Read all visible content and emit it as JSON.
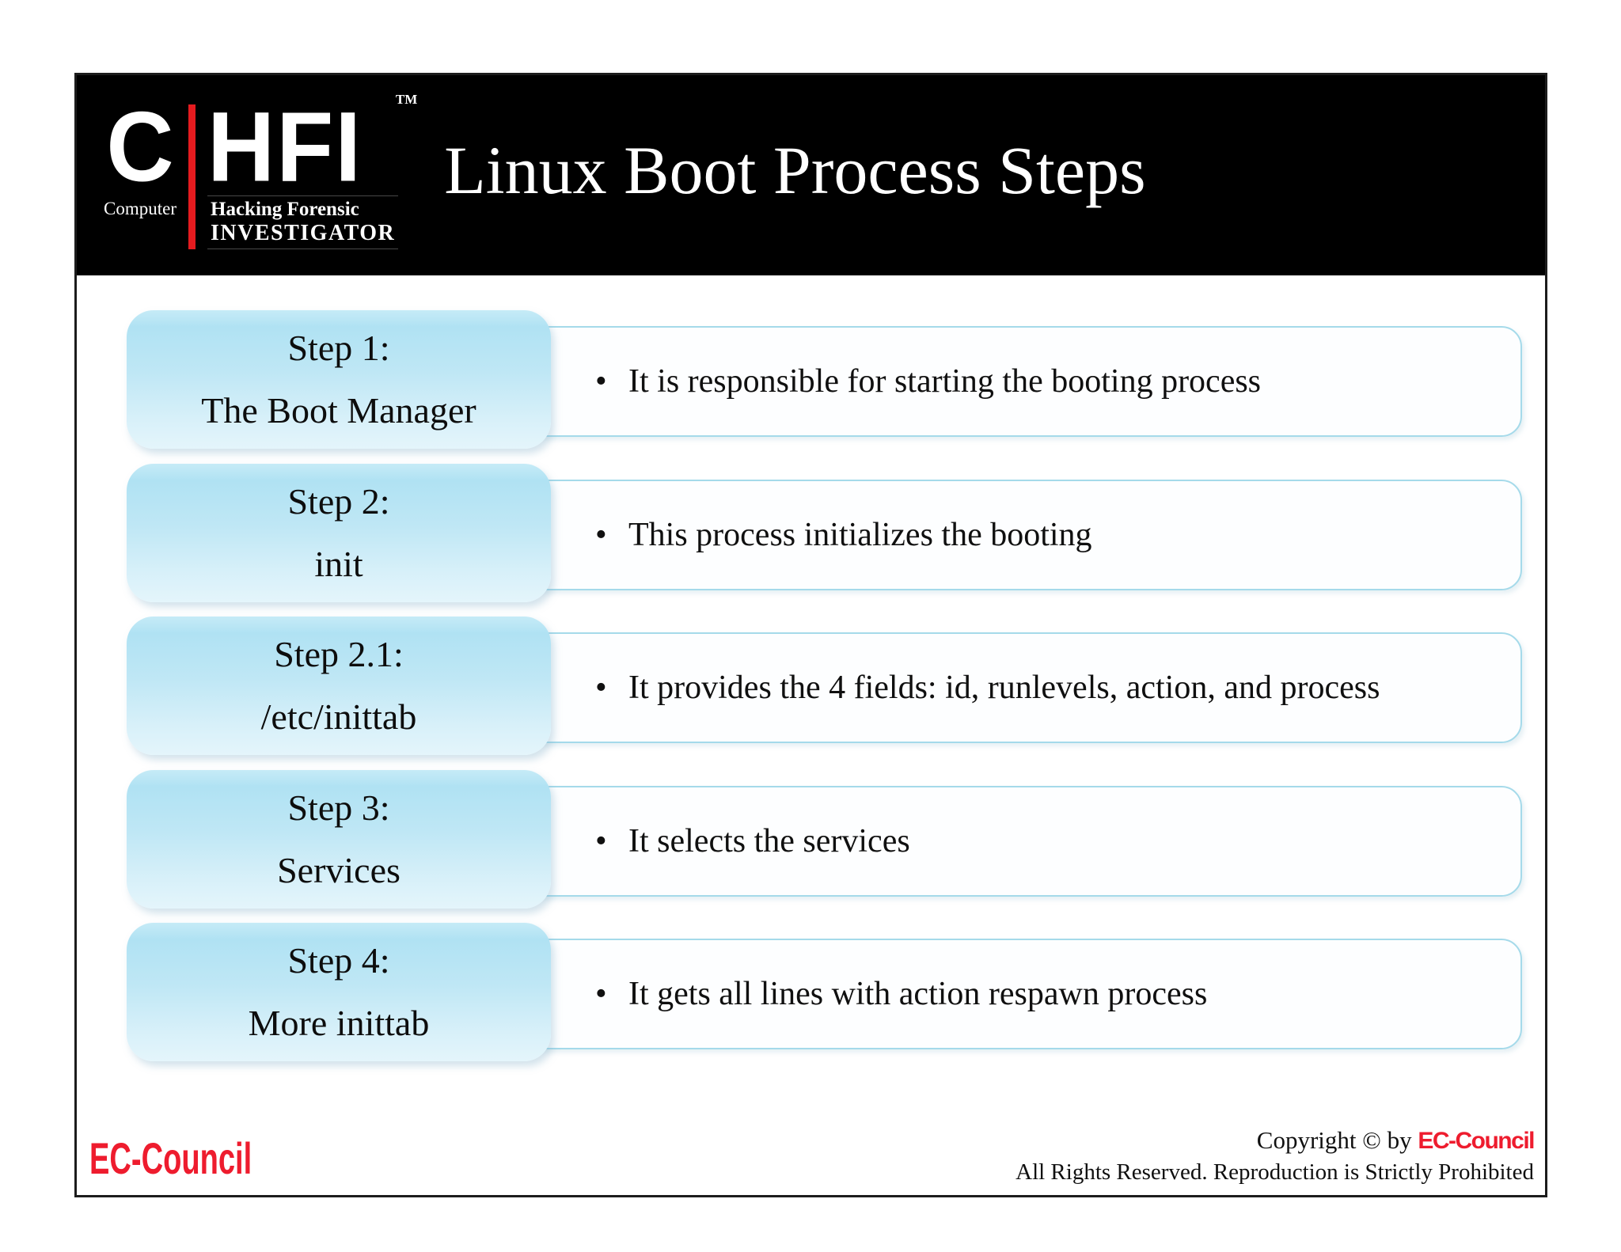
{
  "header": {
    "logo": {
      "c": "C",
      "hfi": "HFI",
      "tm": "TM",
      "computer": "Computer",
      "tagline1": "Hacking Forensic",
      "tagline2": "INVESTIGATOR"
    },
    "title": "Linux Boot Process Steps"
  },
  "steps": [
    {
      "label": "Step 1:",
      "name": "The Boot Manager",
      "description": "It is responsible for starting the booting process"
    },
    {
      "label": "Step 2:",
      "name": "init",
      "description": "This process initializes the booting"
    },
    {
      "label": "Step 2.1:",
      "name": "/etc/inittab",
      "description": "It provides the 4 fields: id, runlevels, action, and process"
    },
    {
      "label": "Step 3:",
      "name": "Services",
      "description": "It selects the services"
    },
    {
      "label": "Step 4:",
      "name": "More inittab",
      "description": "It gets all lines with action respawn process"
    }
  ],
  "footer": {
    "brand": "EC-Council",
    "copyright_prefix": "Copyright © by ",
    "copyright_brand": "EC-Council",
    "rights": "All Rights Reserved. Reproduction is Strictly Prohibited"
  },
  "colors": {
    "header_bg": "#000000",
    "brand_red": "#ee1c2e",
    "step_box_top": "#b0e2f3",
    "step_box_bottom": "#e3f5fb",
    "desc_border": "#a5daea"
  }
}
